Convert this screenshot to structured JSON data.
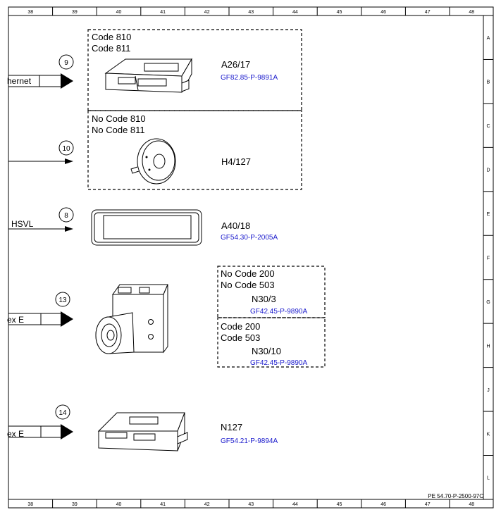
{
  "grid": {
    "columns": [
      "38",
      "39",
      "40",
      "41",
      "42",
      "43",
      "44",
      "45",
      "46",
      "47",
      "48"
    ],
    "rows": [
      "A",
      "B",
      "C",
      "D",
      "E",
      "F",
      "G",
      "H",
      "J",
      "K",
      "L"
    ]
  },
  "connections": [
    {
      "label": "hernet",
      "bubble": "9"
    },
    {
      "label": "",
      "bubble": "10"
    },
    {
      "label": "HSVL",
      "bubble": "8"
    },
    {
      "label": "ex E",
      "bubble": "13"
    },
    {
      "label": "ex E",
      "bubble": "14"
    }
  ],
  "groups": {
    "top": {
      "line1": "Code 810",
      "line2": "Code 811"
    },
    "second": {
      "line1": "No Code 810",
      "line2": "No Code 811"
    },
    "n30_upper": {
      "line1": "No Code 200",
      "line2": "No Code 503"
    },
    "n30_lower": {
      "line1": "Code 200",
      "line2": "Code 503"
    }
  },
  "components": {
    "a26_17": {
      "id": "A26/17",
      "ref": "GF82.85-P-9891A"
    },
    "h4_127": {
      "id": "H4/127"
    },
    "a40_18": {
      "id": "A40/18",
      "ref": "GF54.30-P-2005A"
    },
    "n30_3": {
      "id": "N30/3",
      "ref": "GF42.45-P-9890A"
    },
    "n30_10": {
      "id": "N30/10",
      "ref": "GF42.45-P-9890A"
    },
    "n127": {
      "id": "N127",
      "ref": "GF54.21-P-9894A"
    }
  },
  "footer": {
    "doc_id": "PE 54.70-P-2500-97C"
  },
  "colors": {
    "link": "#1a1acc",
    "line": "#000000"
  }
}
